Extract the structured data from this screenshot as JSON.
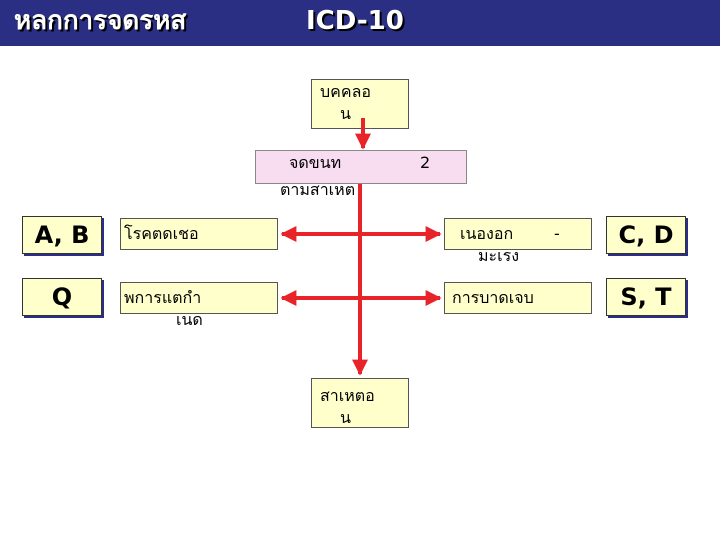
{
  "header": {
    "title_left": "หลกการจดรหส",
    "title_right": "ICD-10"
  },
  "nodes": {
    "top_line1": "บคคลอ",
    "top_line2": "น",
    "center_line1": "จดขนท",
    "center_num": "2",
    "center_line2": "ตามสาเหต",
    "bottom_line1": "สาเหตอ",
    "bottom_line2": "น",
    "left_upper": "โรคตดเชอ",
    "left_lower_line1": "พการแตกำ",
    "left_lower_line2": "เนด",
    "right_upper_line1": "เนองอก",
    "right_upper_dash": "-",
    "right_upper_line2": "มะเรง",
    "right_lower": "การบาดเจบ"
  },
  "codes": {
    "ab": "A, B",
    "q": "Q",
    "cd": "C, D",
    "st": "S, T"
  },
  "colors": {
    "header_bg": "#2b2f83",
    "box_fill": "#ffffcc",
    "center_fill": "#f8dcf0",
    "arrow": "#e8242a"
  }
}
